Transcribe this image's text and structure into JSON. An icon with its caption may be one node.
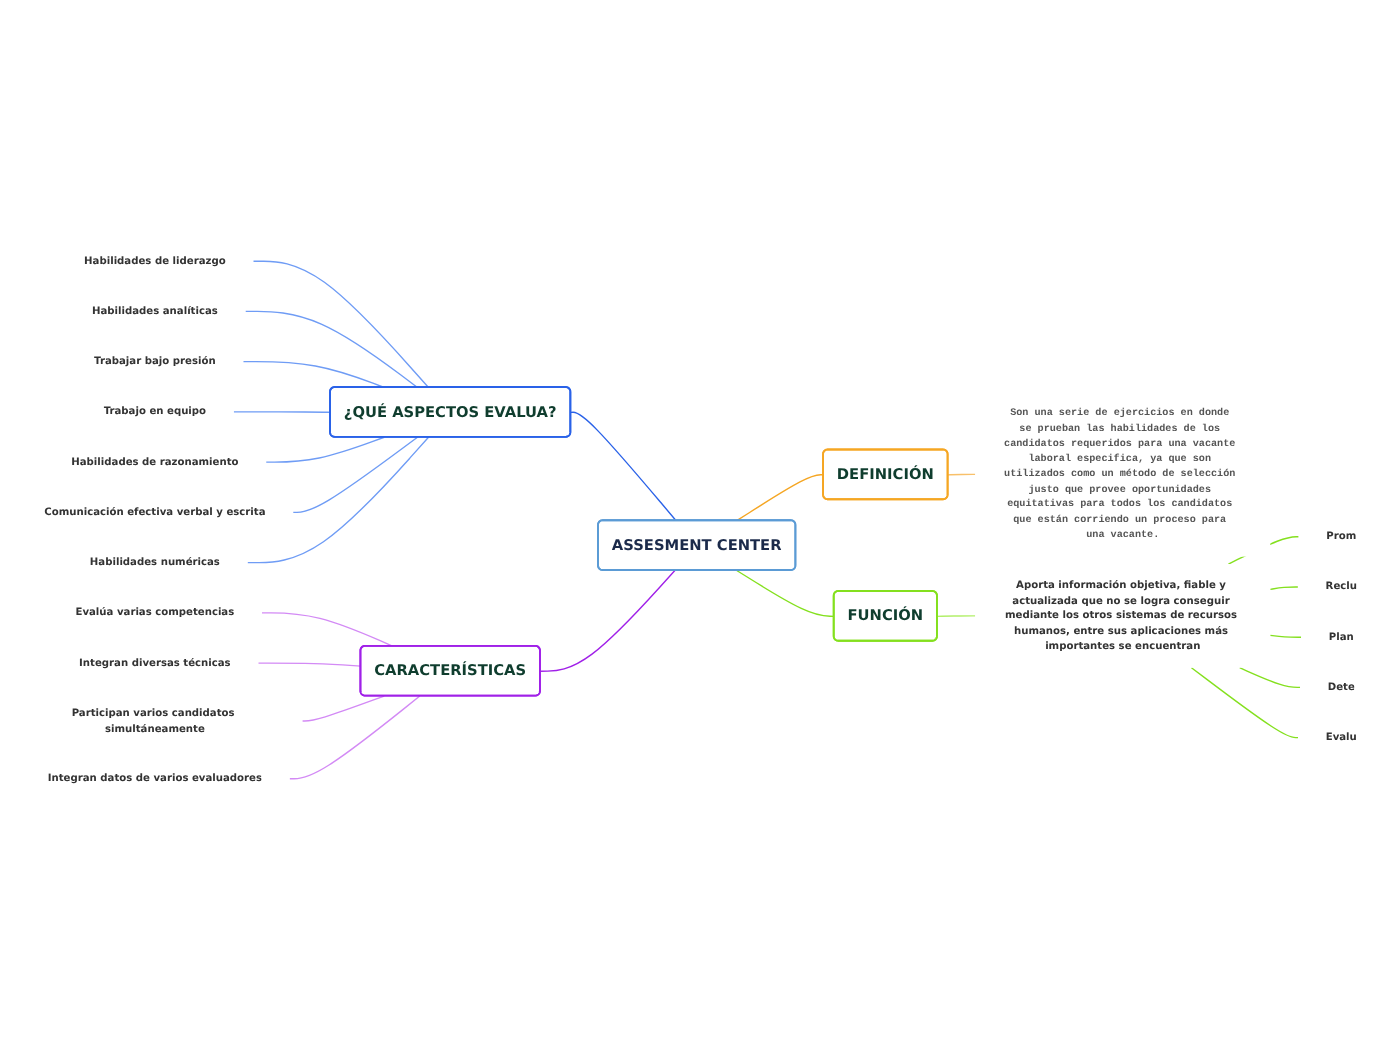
{
  "diagram": {
    "nodes": [
      {
        "text": [
          "ASSESMENT CENTER"
        ]
      },
      {
        "text": [
          "¿QUÉ ASPECTOS EVALUA?"
        ]
      },
      {
        "text": [
          "Habilidades de liderazgo"
        ]
      },
      {
        "text": [
          "Habilidades analíticas"
        ]
      },
      {
        "text": [
          "Trabajar bajo presión"
        ]
      },
      {
        "text": [
          "Trabajo en equipo"
        ]
      },
      {
        "text": [
          "Habilidades de razonamiento"
        ]
      },
      {
        "text": [
          "Comunicación efectiva verbal y escrita"
        ]
      },
      {
        "text": [
          "Habilidades numéricas"
        ]
      },
      {
        "text": [
          "CARACTERÍSTICAS"
        ]
      },
      {
        "text": [
          "Evalúa varias competencias"
        ]
      },
      {
        "text": [
          "Integran diversas técnicas"
        ]
      },
      {
        "text": [
          "Participan varios candidatos simultáneamente"
        ]
      },
      {
        "text": [
          "Integran datos de varios evaluadores"
        ]
      },
      {
        "text": [
          "DEFINICIÓN"
        ]
      },
      {
        "text": [
          "Son una serie de ejercicios en donde se prueban las habilidades de los candidatos requeridos para una vacante laboral especifica, ya que son utilizados como un método de selección justo que provee oportunidades equitativas para todos los candidatos que están corriendo un proceso para una vacante."
        ]
      },
      {
        "text": [
          "FUNCIÓN"
        ]
      },
      {
        "text": [
          "Aporta información objetiva, fiable y actualizada que no se logra conseguir mediante los otros sistemas de recursos humanos, entre sus aplicaciones más importantes se encuentran"
        ]
      },
      {
        "text": [
          "Prom"
        ]
      },
      {
        "text": [
          "Reclu"
        ]
      },
      {
        "text": [
          "Plan"
        ]
      },
      {
        "text": [
          "Dete"
        ]
      },
      {
        "text": [
          "Evalu"
        ]
      }
    ],
    "edges": [
      {
        "from": 2,
        "to": 1,
        "arrow": "none",
        "color": "#6f9cf5"
      },
      {
        "from": 3,
        "to": 1,
        "arrow": "none",
        "color": "#6f9cf5"
      },
      {
        "from": 4,
        "to": 1,
        "arrow": "none",
        "color": "#6f9cf5"
      },
      {
        "from": 5,
        "to": 1,
        "arrow": "none",
        "color": "#6f9cf5"
      },
      {
        "from": 6,
        "to": 1,
        "arrow": "none",
        "color": "#6f9cf5"
      },
      {
        "from": 7,
        "to": 1,
        "arrow": "none",
        "color": "#6f9cf5"
      },
      {
        "from": 8,
        "to": 1,
        "arrow": "none",
        "color": "#6f9cf5"
      },
      {
        "from": 1,
        "to": 0,
        "arrow": "none",
        "color": "#2a62e8"
      },
      {
        "from": 10,
        "to": 9,
        "arrow": "none",
        "color": "#d38af5"
      },
      {
        "from": 11,
        "to": 9,
        "arrow": "none",
        "color": "#d38af5"
      },
      {
        "from": 12,
        "to": 9,
        "arrow": "none",
        "color": "#d38af5"
      },
      {
        "from": 13,
        "to": 9,
        "arrow": "none",
        "color": "#d38af5"
      },
      {
        "from": 9,
        "to": 0,
        "arrow": "none",
        "color": "#a020e8"
      },
      {
        "from": 0,
        "to": 14,
        "arrow": "none",
        "color": "#f5a623"
      },
      {
        "from": 14,
        "to": 15,
        "arrow": "none",
        "color": "#f8c06a"
      },
      {
        "from": 0,
        "to": 16,
        "arrow": "none",
        "color": "#84e01e"
      },
      {
        "from": 16,
        "to": 17,
        "arrow": "none",
        "color": "#b2ef6a"
      },
      {
        "from": 17,
        "to": 18,
        "arrow": "none",
        "color": "#84e01e"
      },
      {
        "from": 17,
        "to": 19,
        "arrow": "none",
        "color": "#84e01e"
      },
      {
        "from": 17,
        "to": 20,
        "arrow": "none",
        "color": "#84e01e"
      },
      {
        "from": 17,
        "to": 21,
        "arrow": "none",
        "color": "#84e01e"
      },
      {
        "from": 17,
        "to": 22,
        "arrow": "none",
        "color": "#84e01e"
      }
    ]
  }
}
